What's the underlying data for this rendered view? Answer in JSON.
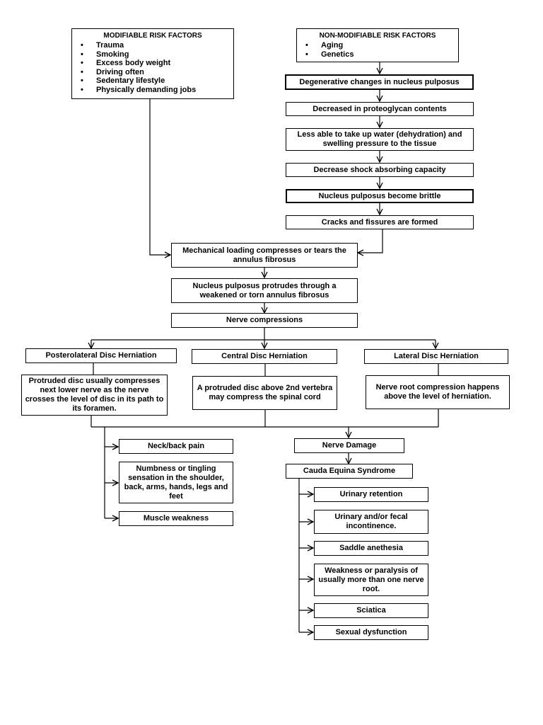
{
  "modifiable": {
    "heading": "MODIFIABLE RISK FACTORS",
    "items": [
      "Trauma",
      "Smoking",
      "Excess body weight",
      "Driving often",
      "Sedentary lifestyle",
      "Physically demanding jobs"
    ]
  },
  "non_modifiable": {
    "heading": "NON-MODIFIABLE RISK FACTORS",
    "items": [
      "Aging",
      "Genetics"
    ]
  },
  "chain": [
    "Degenerative changes in nucleus pulposus",
    "Decreased in proteoglycan contents",
    "Less able to take up water (dehydration) and swelling pressure to the tissue",
    "Decrease shock absorbing capacity",
    "Nucleus pulposus become brittle",
    "Cracks and fissures are formed"
  ],
  "mechanical": "Mechanical loading compresses or tears the annulus fibrosus",
  "protrudes": "Nucleus pulposus protrudes through a weakened or torn annulus fibrosus",
  "nerve_compressions": "Nerve compressions",
  "herniation": {
    "posterolateral": {
      "title": "Posterolateral Disc Herniation",
      "desc": "Protruded disc usually compresses next lower nerve as the nerve crosses the level of disc in its path to its foramen."
    },
    "central": {
      "title": "Central Disc Herniation",
      "desc": "A protruded disc above 2nd vertebra may compress the spinal cord"
    },
    "lateral": {
      "title": "Lateral Disc Herniation",
      "desc": "Nerve root compression happens above the level of herniation."
    }
  },
  "symptoms": [
    "Neck/back pain",
    "Numbness or tingling sensation in the shoulder, back, arms, hands, legs and feet",
    "Muscle weakness"
  ],
  "nerve_damage": "Nerve Damage",
  "cauda": {
    "title": "Cauda Equina Syndrome",
    "items": [
      "Urinary retention",
      "Urinary and/or fecal incontinence.",
      "Saddle anethesia",
      "Weakness or paralysis of usually more than one nerve root.",
      "Sciatica",
      "Sexual dysfunction"
    ]
  }
}
